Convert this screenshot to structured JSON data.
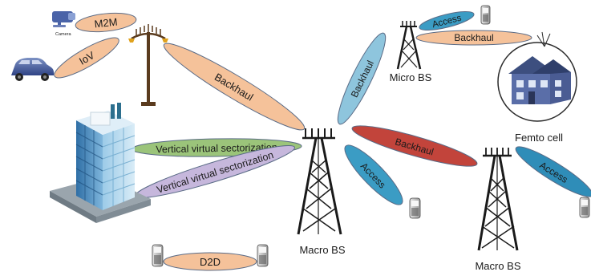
{
  "labels": {
    "camera": "Camera",
    "m2m": "M2M",
    "iov": "IoV",
    "backhaul_streetlight": "Backhaul",
    "vvs_upper": "Vertical virtual sectorization",
    "vvs_lower": "Vertical virtual sectorization",
    "d2d": "D2D",
    "macro_bs_center": "Macro BS",
    "access_center": "Access",
    "backhaul_to_micro": "Backhaul",
    "micro_bs": "Micro BS",
    "access_micro": "Access",
    "backhaul_micro_femto": "Backhaul",
    "femto_cell": "Femto cell",
    "backhaul_macro_macro": "Backhaul",
    "access_right": "Access",
    "macro_bs_right": "Macro BS"
  },
  "colors": {
    "orange": "#f5c29a",
    "green": "#9bc47a",
    "lavender": "#c6b7dc",
    "lightblue": "#8ec5dd",
    "red": "#c2443b",
    "teal": "#3b9cc4",
    "steelblue": "#2f8db8",
    "ellipse_stroke": "#5a6b86",
    "tower": "#1a1a1a",
    "pole": "#5a3b1e"
  },
  "icons": [
    "camera-icon",
    "car-icon",
    "street-light-icon",
    "building-icon",
    "macro-tower-icon",
    "micro-tower-icon",
    "house-icon",
    "phone-icon"
  ]
}
